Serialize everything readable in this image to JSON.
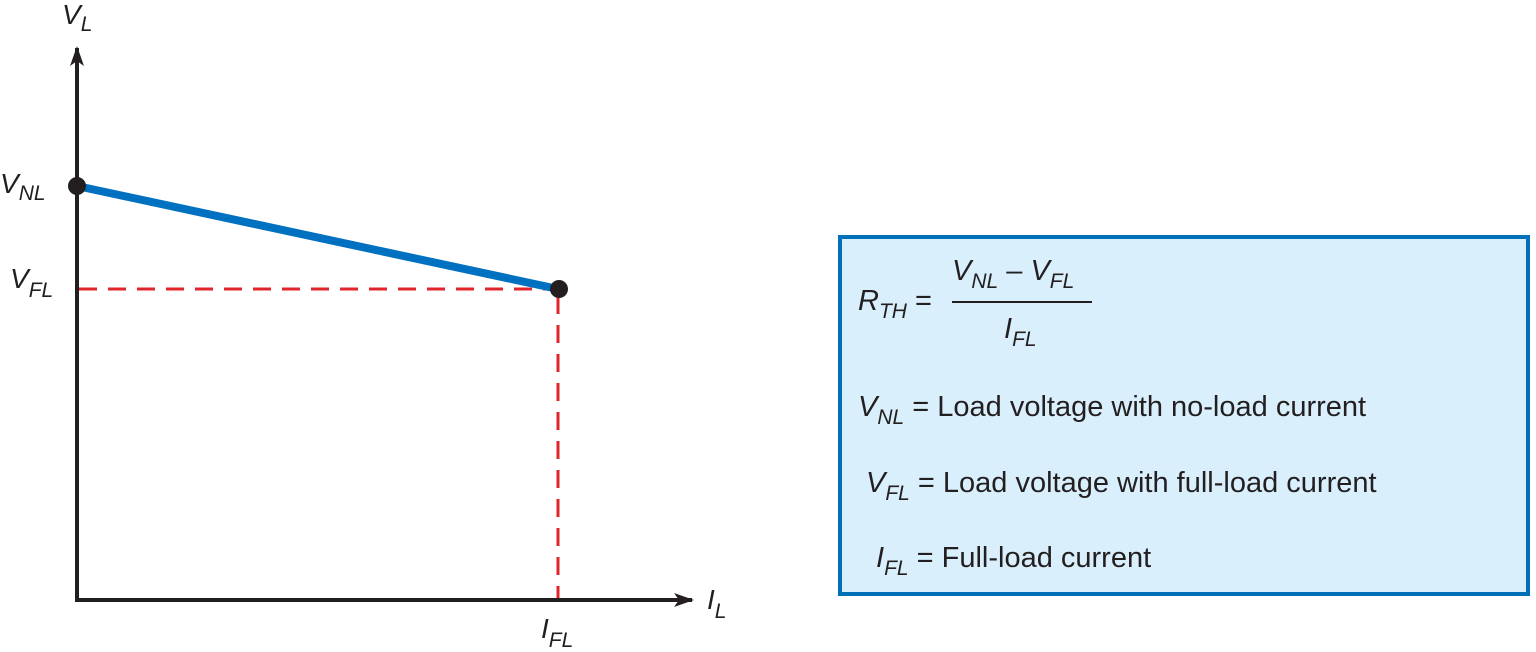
{
  "graph": {
    "y_axis": {
      "main": "V",
      "sub": "L"
    },
    "x_axis": {
      "main": "I",
      "sub": "L"
    },
    "v_nl": {
      "main": "V",
      "sub": "NL"
    },
    "v_fl": {
      "main": "V",
      "sub": "FL"
    },
    "i_fl": {
      "main": "I",
      "sub": "FL"
    },
    "colors": {
      "line": "#0070c0",
      "dashed": "#e0262b",
      "axis": "#231f20",
      "point": "#231f20"
    }
  },
  "formula": {
    "lhs": {
      "main": "R",
      "sub": "TH"
    },
    "equals": " = ",
    "numerator": {
      "a_main": "V",
      "a_sub": "NL",
      "minus": " – ",
      "b_main": "V",
      "b_sub": "FL"
    },
    "denominator": {
      "main": "I",
      "sub": "FL"
    },
    "definitions": [
      {
        "main": "V",
        "sub": "NL",
        "text": " = Load voltage with no-load current"
      },
      {
        "main": "V",
        "sub": "FL",
        "text": " = Load voltage with full-load current"
      },
      {
        "main": "I",
        "sub": "FL",
        "text": " = Full-load current"
      }
    ],
    "colors": {
      "border": "#0070b8",
      "fill": "#d9effc"
    }
  }
}
